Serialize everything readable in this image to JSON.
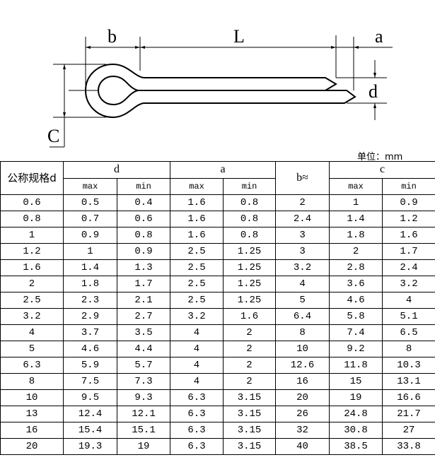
{
  "drawing": {
    "labels": {
      "b": "b",
      "L": "L",
      "a": "a",
      "d": "d",
      "c": "C"
    }
  },
  "unit": "单位：mm",
  "table": {
    "headers": {
      "nominal": "公称规格d",
      "d": "d",
      "a": "a",
      "b": "b≈",
      "c": "c",
      "max": "max",
      "min": "min"
    },
    "rows": [
      [
        "0.6",
        "0.5",
        "0.4",
        "1.6",
        "0.8",
        "2",
        "1",
        "0.9"
      ],
      [
        "0.8",
        "0.7",
        "0.6",
        "1.6",
        "0.8",
        "2.4",
        "1.4",
        "1.2"
      ],
      [
        "1",
        "0.9",
        "0.8",
        "1.6",
        "0.8",
        "3",
        "1.8",
        "1.6"
      ],
      [
        "1.2",
        "1",
        "0.9",
        "2.5",
        "1.25",
        "3",
        "2",
        "1.7"
      ],
      [
        "1.6",
        "1.4",
        "1.3",
        "2.5",
        "1.25",
        "3.2",
        "2.8",
        "2.4"
      ],
      [
        "2",
        "1.8",
        "1.7",
        "2.5",
        "1.25",
        "4",
        "3.6",
        "3.2"
      ],
      [
        "2.5",
        "2.3",
        "2.1",
        "2.5",
        "1.25",
        "5",
        "4.6",
        "4"
      ],
      [
        "3.2",
        "2.9",
        "2.7",
        "3.2",
        "1.6",
        "6.4",
        "5.8",
        "5.1"
      ],
      [
        "4",
        "3.7",
        "3.5",
        "4",
        "2",
        "8",
        "7.4",
        "6.5"
      ],
      [
        "5",
        "4.6",
        "4.4",
        "4",
        "2",
        "10",
        "9.2",
        "8"
      ],
      [
        "6.3",
        "5.9",
        "5.7",
        "4",
        "2",
        "12.6",
        "11.8",
        "10.3"
      ],
      [
        "8",
        "7.5",
        "7.3",
        "4",
        "2",
        "16",
        "15",
        "13.1"
      ],
      [
        "10",
        "9.5",
        "9.3",
        "6.3",
        "3.15",
        "20",
        "19",
        "16.6"
      ],
      [
        "13",
        "12.4",
        "12.1",
        "6.3",
        "3.15",
        "26",
        "24.8",
        "21.7"
      ],
      [
        "16",
        "15.4",
        "15.1",
        "6.3",
        "3.15",
        "32",
        "30.8",
        "27"
      ],
      [
        "20",
        "19.3",
        "19",
        "6.3",
        "3.15",
        "40",
        "38.5",
        "33.8"
      ]
    ]
  }
}
